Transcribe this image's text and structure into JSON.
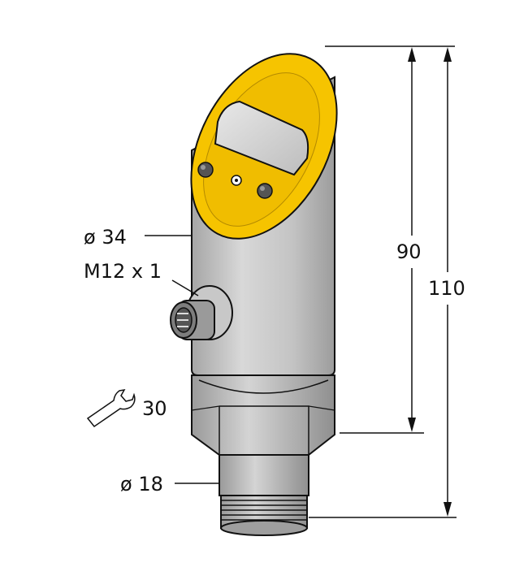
{
  "labels": {
    "housing_diameter": "ø 34",
    "connector_thread": "M12 x 1",
    "wrench_size": "30",
    "port_diameter": "ø 18"
  },
  "dimensions": {
    "height_to_thread": "90",
    "overall_height": "110"
  },
  "colors": {
    "head": "#f6c400",
    "body": "#c3c3c3",
    "metal": "#b5b5b5",
    "line": "#111111"
  }
}
